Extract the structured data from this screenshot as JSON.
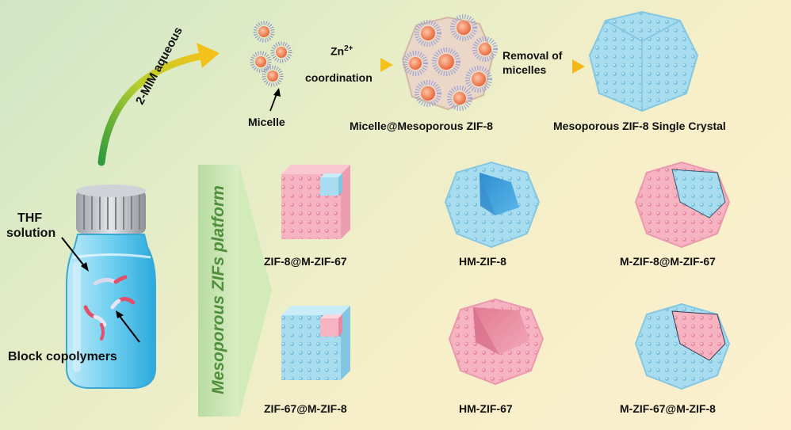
{
  "labels": {
    "thf_line1": "THF",
    "thf_line2": "solution",
    "block_copolymers": "Block copolymers",
    "mim_aqueous": "2-MIM aqueous",
    "micelle": "Micelle",
    "zn_ion": "Zn",
    "zn_charge": "2+",
    "coordination": "coordination",
    "removal_line1": "Removal of",
    "removal_line2": "micelles",
    "micelle_mesoporous": "Micelle@Mesoporous ZIF-8",
    "single_crystal": "Mesoporous ZIF-8 Single Crystal",
    "platform": "Mesoporous ZIFs platform"
  },
  "products": [
    {
      "label": "ZIF-8@M-ZIF-67",
      "shell": "pink",
      "core": "blue",
      "shape": "cube"
    },
    {
      "label": "HM-ZIF-8",
      "shell": "blue",
      "core": "hollow",
      "shape": "dodecahedron"
    },
    {
      "label": "M-ZIF-8@M-ZIF-67",
      "shell": "pink",
      "core": "blue",
      "shape": "dodecahedron"
    },
    {
      "label": "ZIF-67@M-ZIF-8",
      "shell": "blue",
      "core": "pink",
      "shape": "cube"
    },
    {
      "label": "HM-ZIF-67",
      "shell": "pink",
      "core": "hollow",
      "shape": "dodecahedron"
    },
    {
      "label": "M-ZIF-67@M-ZIF-8",
      "shell": "blue",
      "core": "pink",
      "shape": "dodecahedron"
    }
  ],
  "colors": {
    "zif8_blue": "#a8dcef",
    "zif67_pink": "#f4a9b8",
    "micelle_core": "#f08a5d",
    "arrow_yellow": "#f2c21a",
    "arrow_green": "#35a043",
    "platform_text": "#4f8f3c"
  }
}
